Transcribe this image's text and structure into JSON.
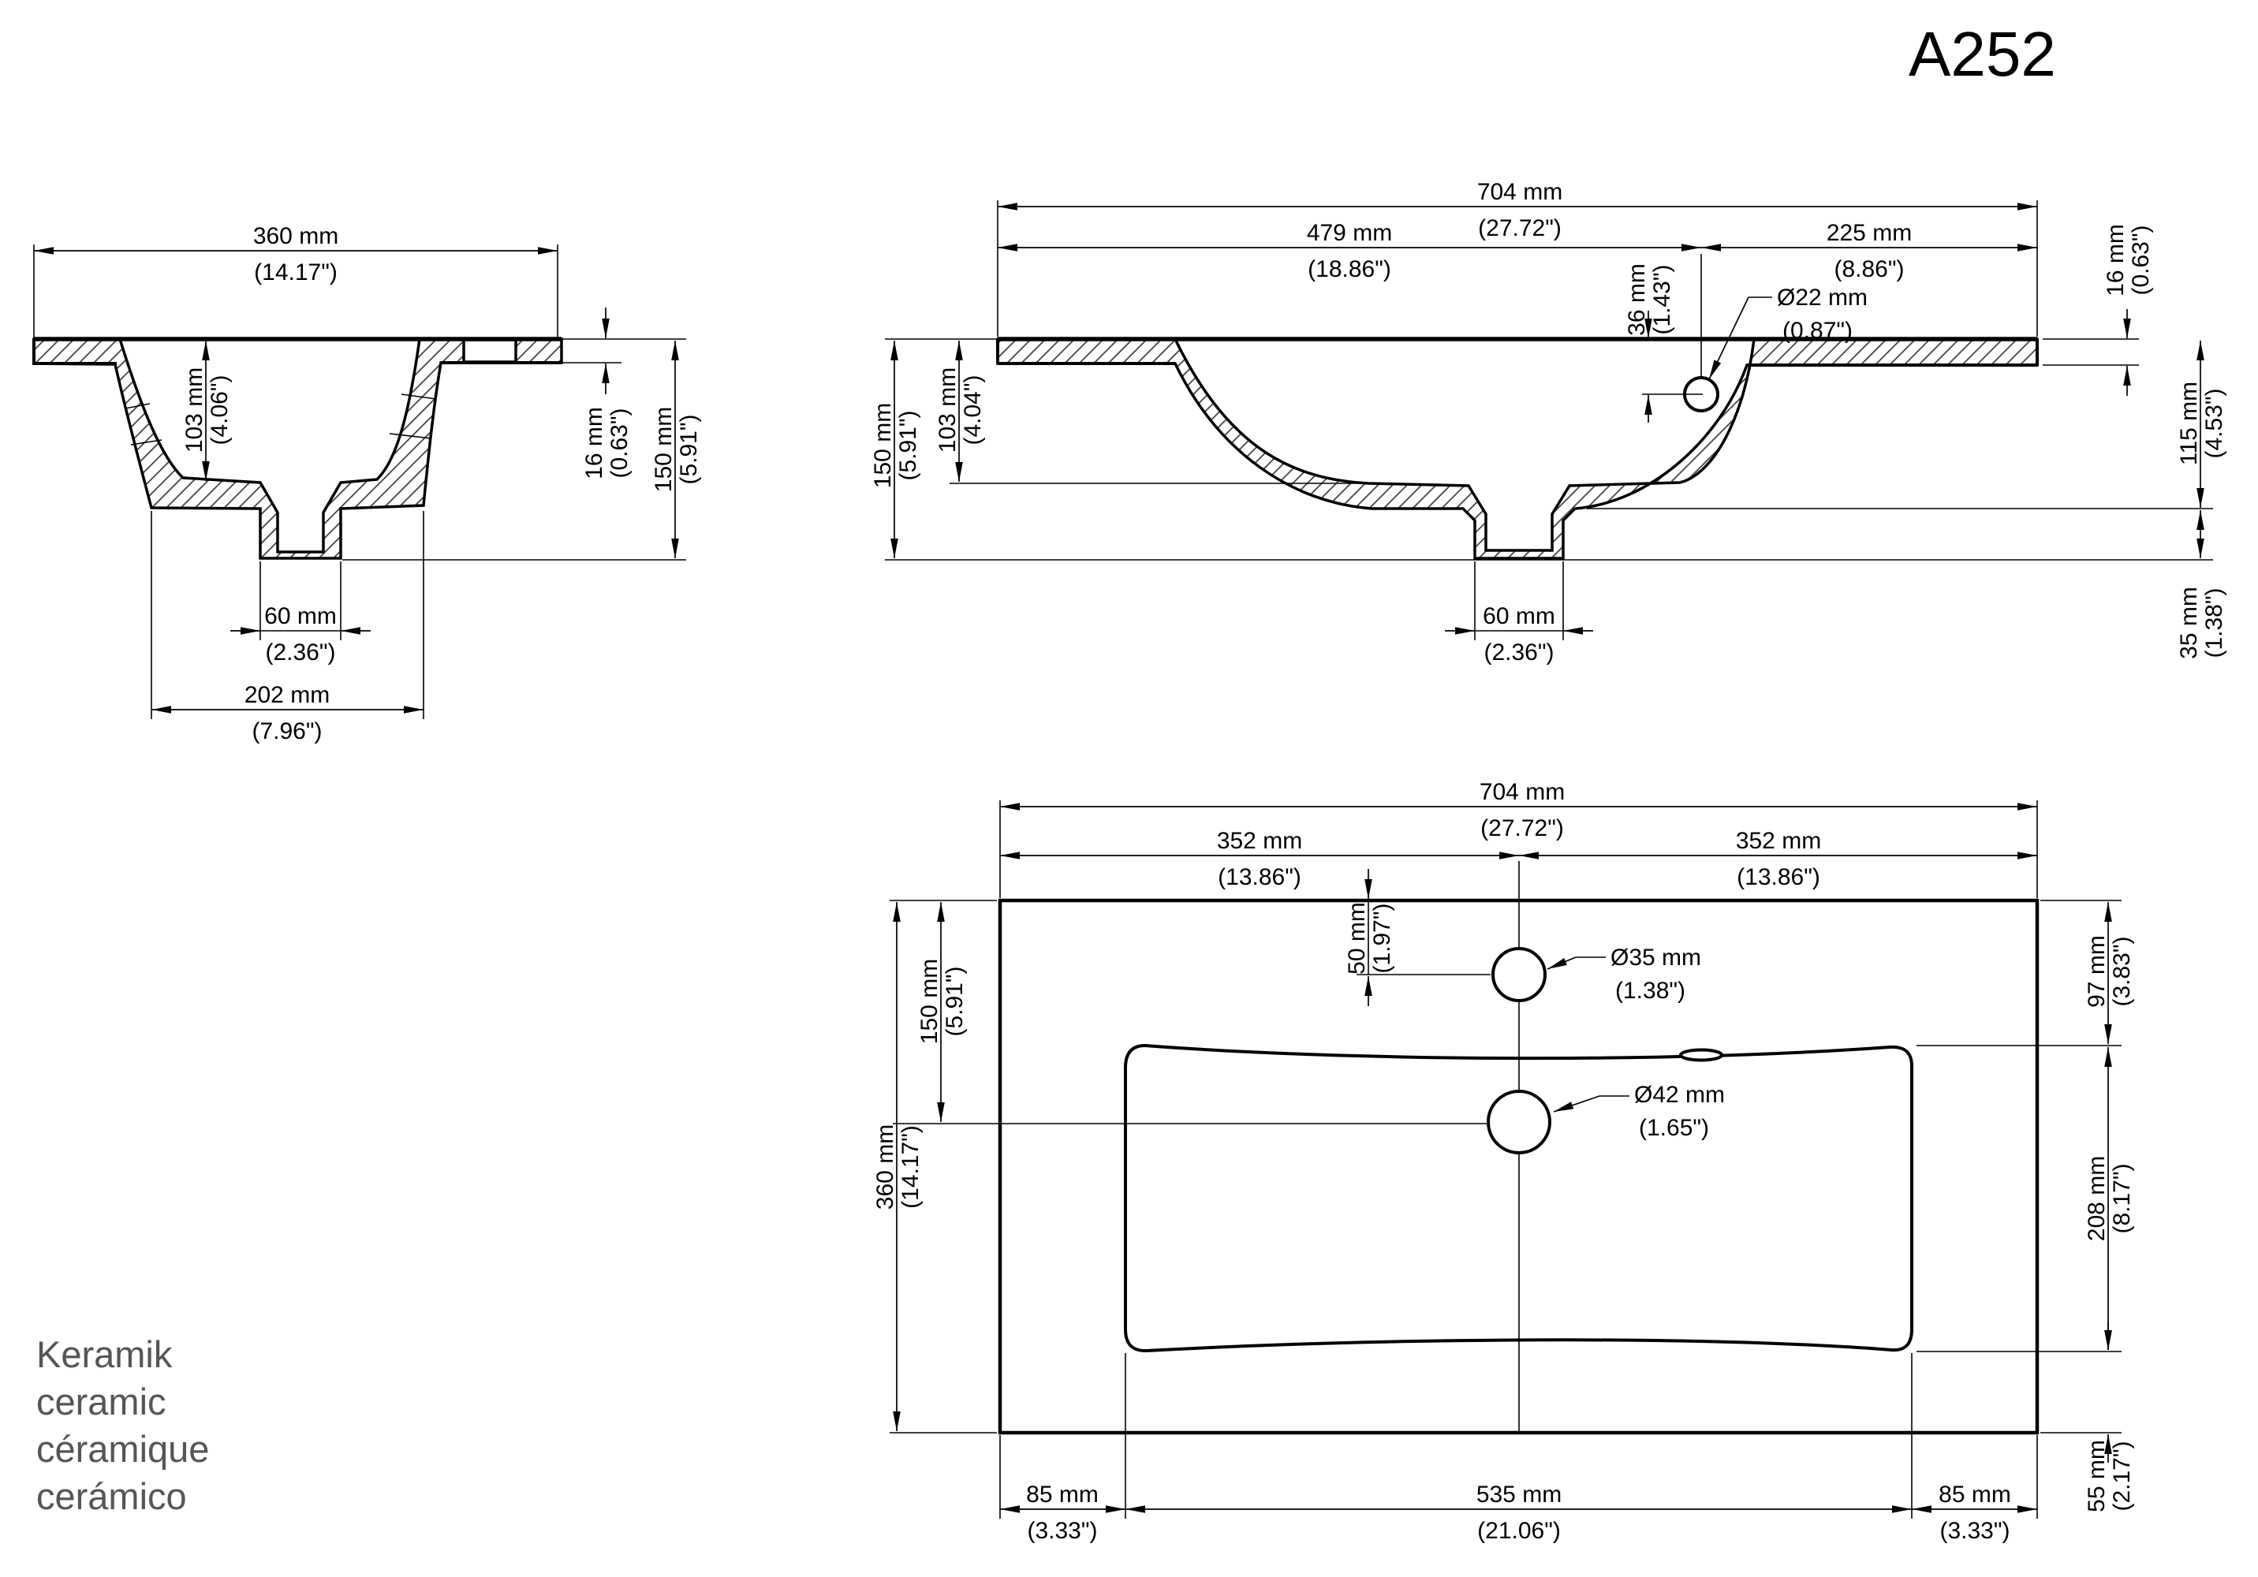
{
  "title": "A252",
  "material": {
    "l1": "Keramik",
    "l2": "ceramic",
    "l3": "céramique",
    "l4": "cerámico"
  },
  "side": {
    "width": {
      "v": "360 mm",
      "in": "(14.17\")"
    },
    "depth": {
      "v": "103 mm",
      "in": "(4.06\")"
    },
    "deck": {
      "v": "16 mm",
      "in": "(0.63\")"
    },
    "height": {
      "v": "150 mm",
      "in": "(5.91\")"
    },
    "drain": {
      "v": "60 mm",
      "in": "(2.36\")"
    },
    "bottom": {
      "v": "202 mm",
      "in": "(7.96\")"
    }
  },
  "front": {
    "width": {
      "v": "704 mm",
      "in": "(27.72\")"
    },
    "overflow_left": {
      "v": "479 mm",
      "in": "(18.86\")"
    },
    "overflow_right": {
      "v": "225 mm",
      "in": "(8.86\")"
    },
    "overflow_drop": {
      "v": "36 mm",
      "in": "(1.43\")"
    },
    "overflow_dia": {
      "v": "Ø22 mm",
      "in": "(0.87\")"
    },
    "deck": {
      "v": "16 mm",
      "in": "(0.63\")"
    },
    "depth": {
      "v": "103 mm",
      "in": "(4.04\")"
    },
    "height": {
      "v": "150 mm",
      "in": "(5.91\")"
    },
    "under": {
      "v": "115 mm",
      "in": "(4.53\")"
    },
    "drain": {
      "v": "60 mm",
      "in": "(2.36\")"
    },
    "clearance": {
      "v": "35 mm",
      "in": "(1.38\")"
    }
  },
  "plan": {
    "width": {
      "v": "704 mm",
      "in": "(27.72\")"
    },
    "half_left": {
      "v": "352 mm",
      "in": "(13.86\")"
    },
    "half_right": {
      "v": "352 mm",
      "in": "(13.86\")"
    },
    "faucet_offset": {
      "v": "50 mm",
      "in": "(1.97\")"
    },
    "faucet_dia": {
      "v": "Ø35 mm",
      "in": "(1.38\")"
    },
    "drain_offset": {
      "v": "150 mm",
      "in": "(5.91\")"
    },
    "depth": {
      "v": "360 mm",
      "in": "(14.17\")"
    },
    "drain_dia": {
      "v": "Ø42 mm",
      "in": "(1.65\")"
    },
    "top_margin": {
      "v": "97 mm",
      "in": "(3.83\")"
    },
    "basin_depth": {
      "v": "208 mm",
      "in": "(8.17\")"
    },
    "margin_left": {
      "v": "85 mm",
      "in": "(3.33\")"
    },
    "basin_width": {
      "v": "535 mm",
      "in": "(21.06\")"
    },
    "margin_right": {
      "v": "85 mm",
      "in": "(3.33\")"
    },
    "bottom_margin": {
      "v": "55 mm",
      "in": "(2.17\")"
    }
  }
}
